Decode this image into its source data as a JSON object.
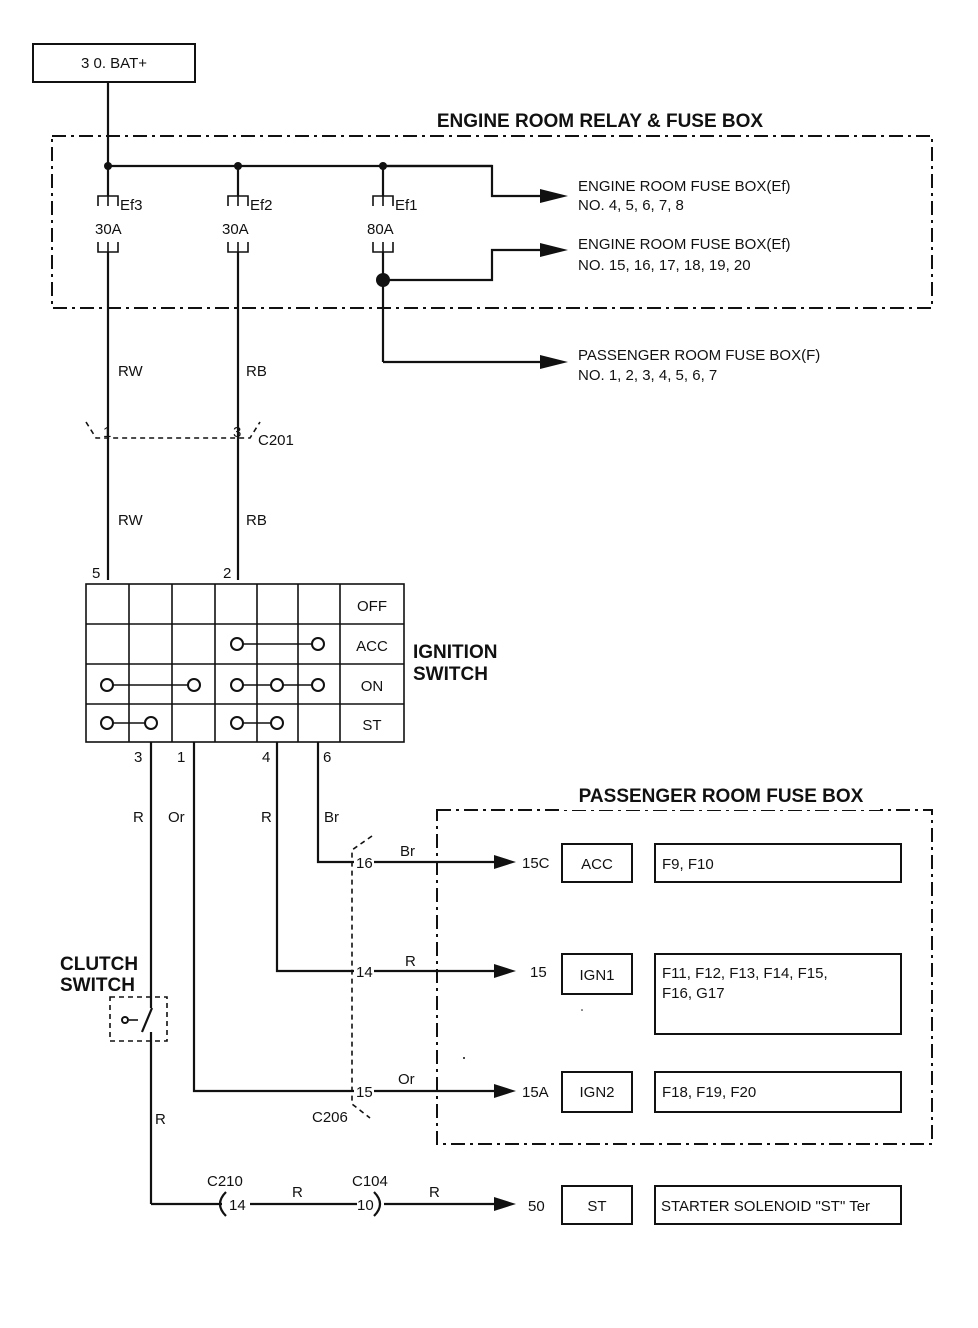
{
  "source_label": "3 0. BAT+",
  "relay_box": {
    "title": "ENGINE ROOM RELAY & FUSE BOX",
    "fuses": [
      {
        "name": "Ef3",
        "rating": "30A"
      },
      {
        "name": "Ef2",
        "rating": "30A"
      },
      {
        "name": "Ef1",
        "rating": "80A"
      }
    ],
    "outputs": [
      {
        "line1": "ENGINE ROOM FUSE BOX(Ef)",
        "line2": "NO. 4, 5, 6, 7, 8"
      },
      {
        "line1": "ENGINE ROOM FUSE BOX(Ef)",
        "line2": "NO. 15, 16, 17, 18, 19, 20"
      },
      {
        "line1": "PASSENGER ROOM FUSE BOX(F)",
        "line2": "NO. 1, 2, 3, 4, 5, 6, 7"
      }
    ]
  },
  "wires": {
    "rw": "RW",
    "rb": "RB",
    "r": "R",
    "or": "Or",
    "br": "Br"
  },
  "connector_c201": {
    "name": "C201",
    "pin_left": "1",
    "pin_right": "3"
  },
  "ignition_switch": {
    "title_line1": "IGNITION",
    "title_line2": "SWITCH",
    "top_pins": [
      "5",
      "2"
    ],
    "bottom_pins": [
      "3",
      "1",
      "4",
      "6"
    ],
    "positions": [
      "OFF",
      "ACC",
      "ON",
      "ST"
    ]
  },
  "passenger_box": {
    "title": "PASSENGER ROOM FUSE BOX",
    "rows": [
      {
        "pin": "16",
        "wire": "Br",
        "terminal": "15C",
        "label": "ACC",
        "fuses": "F9, F10",
        "fuses2": ""
      },
      {
        "pin": "14",
        "wire": "R",
        "terminal": "15",
        "label": "IGN1",
        "fuses": "F11, F12, F13, F14, F15,",
        "fuses2": "F16, G17"
      },
      {
        "pin": "15",
        "wire": "Or",
        "terminal": "15A",
        "label": "IGN2",
        "fuses": "F18, F19, F20",
        "fuses2": ""
      }
    ]
  },
  "connector_c206": "C206",
  "clutch_switch": {
    "line1": "CLUTCH",
    "line2": "SWITCH"
  },
  "starter": {
    "c210": "C210",
    "c210_pin": "14",
    "c104": "C104",
    "c104_pin": "10",
    "terminal": "50",
    "label": "ST",
    "description": "STARTER SOLENOID \"ST\" Ter"
  }
}
